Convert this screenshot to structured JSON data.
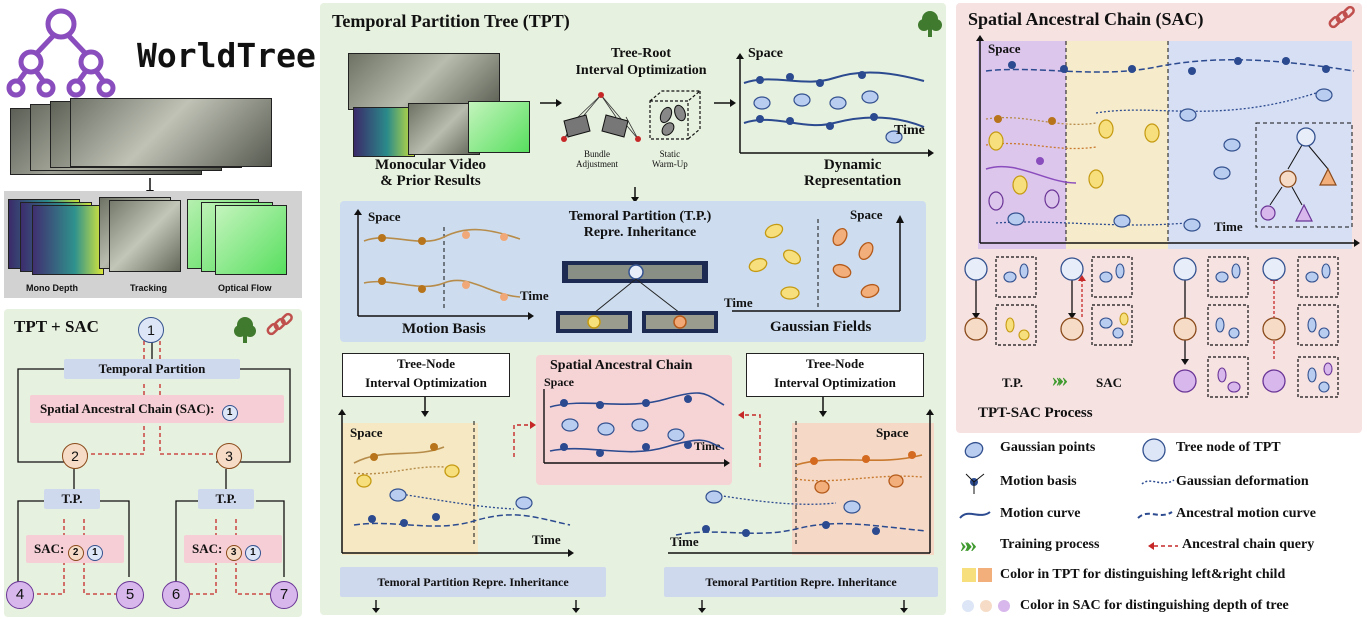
{
  "logo": {
    "name": "WorldTree"
  },
  "left": {
    "thumb_labels": [
      "Mono Depth",
      "Tracking",
      "Optical Flow"
    ],
    "tpt_sac": {
      "title": "TPT + SAC",
      "temporal_partition": "Temporal Partition",
      "sac_label": "Spatial Ancestral Chain (SAC):",
      "tp": "T.P.",
      "sac_short": "SAC:",
      "nodes": [
        "1",
        "2",
        "3",
        "4",
        "5",
        "6",
        "7"
      ]
    }
  },
  "middle": {
    "title": "Temporal Partition Tree (TPT)",
    "tree_root_opt": "Tree-Root\nInterval Optimization",
    "bundle_adjustment": "Bundle\nAdjustment",
    "static_warmup": "Static\nWarm-Up",
    "mono_video": "Monocular Video\n& Prior Results",
    "dynamic_rep": "Dynamic\nRepresentation",
    "temporal_partition_title": "Temoral Partition (T.P.)\nRepre. Inheritance",
    "motion_basis": "Motion Basis",
    "gaussian_fields": "Gaussian Fields",
    "tree_node_opt": "Tree-Node\nInterval Optimization",
    "spatial_ancestral_chain": "Spatial Ancestral Chain",
    "inheritance_bar": "Temoral Partition Repre. Inheritance",
    "space": "Space",
    "time": "Time"
  },
  "right": {
    "title": "Spatial Ancestral Chain (SAC)",
    "space": "Space",
    "time": "Time",
    "tp": "T.P.",
    "sac": "SAC",
    "process": "TPT-SAC Process"
  },
  "legend": [
    {
      "label": "Gaussian points"
    },
    {
      "label": "Tree node of TPT"
    },
    {
      "label": "Motion basis"
    },
    {
      "label": "Gaussian deformation"
    },
    {
      "label": "Motion curve"
    },
    {
      "label": "Ancestral motion curve"
    },
    {
      "label": "Training process"
    },
    {
      "label": "Ancestral chain query"
    },
    {
      "label": "Color in TPT for distinguishing left&right child"
    },
    {
      "label": "Color in SAC for distinguishing depth of tree"
    }
  ],
  "colors": {
    "green_panel": "#e7f1df",
    "pink_panel": "#f7e2e2",
    "blue_box": "#cdddef",
    "purple": "#8a4dbd",
    "orange": "#e38a3a",
    "yellow": "#f0c53a",
    "blue_node": "#2b4a8f",
    "red_dash": "#c62828"
  }
}
